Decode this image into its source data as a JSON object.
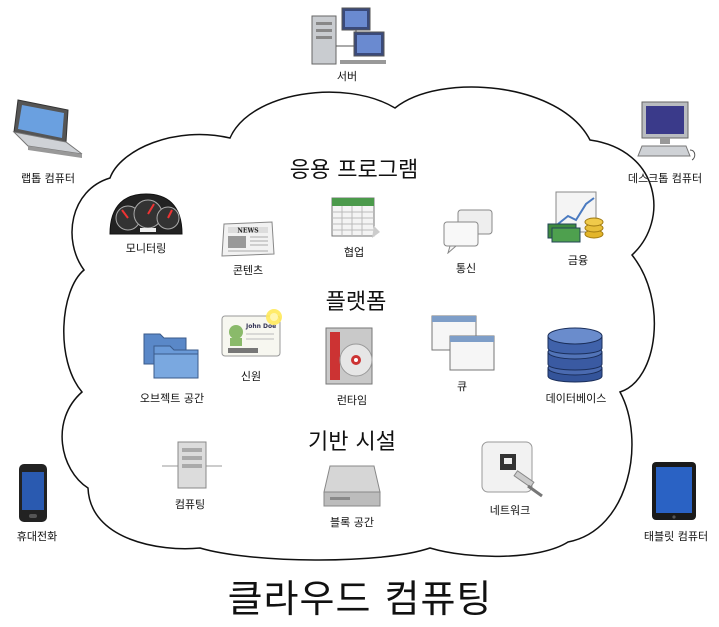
{
  "title": "클라우드 컴퓨팅",
  "sections": {
    "applications": "응용 프로그램",
    "platform": "플랫폼",
    "infrastructure": "기반 시설"
  },
  "devices": {
    "server": "서버",
    "laptop": "랩톱 컴퓨터",
    "desktop": "데스크톱 컴퓨터",
    "phone": "휴대전화",
    "tablet": "태블릿 컴퓨터"
  },
  "apps": {
    "monitoring": "모니터링",
    "content": "콘텐츠",
    "collaboration": "협업",
    "communication": "통신",
    "finance": "금융"
  },
  "platform_items": {
    "identity": "신원",
    "runtime": "런타임",
    "queue": "큐",
    "object_storage": "오브젝트 공간",
    "database": "데이터베이스"
  },
  "infra_items": {
    "compute": "컴퓨팅",
    "block_storage": "블록 공간",
    "network": "네트워크"
  },
  "id_card_name": "John Doe",
  "news_text": "NEWS"
}
